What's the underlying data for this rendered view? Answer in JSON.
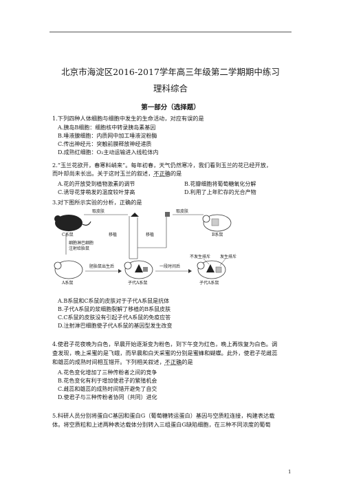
{
  "header": {
    "title": "北京市海淀区2016-2017学年高三年级第二学期期中练习",
    "subtitle": "理科综合"
  },
  "section": {
    "title": "第一部分（选择题）"
  },
  "q1": {
    "stem": "1.下列四种人体细胞与细胞中发生的生命活动，对应有误的是",
    "options": [
      "A.胰岛B细胞：细胞核中转录胰岛素基因",
      "B.唾液腺细胞：内质网中加工唾液淀粉酶",
      "C.传出神经元：突触前膜释放神经递质",
      "D.成熟红细胞：O₂主动运输进入线粒体内"
    ]
  },
  "q2": {
    "stem_line1": "2.“玉兰花欲开，春寒料峭来”。每年初春，天气仍然寒冷，我们看到玉兰的花已经开放，",
    "stem_line2_pre": "而叶却尚未长出。关于这时玉兰的叙述，",
    "stem_line2_em": "不正确",
    "stem_line2_post": "的是",
    "options": [
      "A.花的开放受到植物激素的调节",
      "B.花瓣细胞将葡萄糖氧化分解",
      "C.诱导花芽萌发的温度较叶芽高",
      "D.利用了上年贮存的光合产物"
    ]
  },
  "q3": {
    "stem": "3.对下图所示实验的分析，正确的是",
    "diagram": {
      "c_label": "C系鼠",
      "b_label": "B系鼠",
      "a_label": "A系鼠",
      "offspring1": "子代A系鼠",
      "offspring2": "子代A系鼠",
      "skin_left": "取皮肤",
      "skin_right": "取皮肤",
      "transplant1": "移植",
      "transplant2": "移植",
      "inject_line1": "细胞淋巴细胞",
      "inject_line2": "注射给胎鼠",
      "growth": "胚胎鼠出生后",
      "later": "一段时间后",
      "no_reject": "不发生排斥",
      "reject": "发生排斥"
    },
    "options": [
      "A.B系鼠和C系鼠的皮肤对于子代A系鼠是抗体",
      "B.子代A系鼠的浆细胞裂解了移植的B系鼠皮肤",
      "C.C系鼠的皮肤没有引起子代A系鼠的免疫应答",
      "D.注射淋巴细胞使子代A系鼠的基因型发生改变"
    ]
  },
  "q4": {
    "stem_line1": "4.使君子花夜晚为白色，早晨开始逐渐变为粉色，到下午变为红色，晚上再恢复为白色。调",
    "stem_line2": "查发现，晚上采蜜的是飞蛾，而早晨和白天采蜜的分别是蜜蜂和蝴蝶。此外，使君子花雌蕊",
    "stem_line3_pre": "和雄蕊的成熟时间相互错开。下列相关叙述，",
    "stem_line3_em": "不正确",
    "stem_line3_post": "的是",
    "options": [
      "A.花色变化增加了三种传粉者之间的竞争",
      "B.花色变化有利于增加使君子的繁殖机会",
      "C.雌蕊和雄蕊的成熟时间错开避免了自交",
      "D.使君子与三种传粉者协同（共同）进化"
    ]
  },
  "q5": {
    "stem_line1": "5.科研人员分别将蛋白C基因和蛋白G（葡萄糖转运蛋白）基因与空质粒连接，构建表达载",
    "stem_line2": "体。将空质粒和上述两种表达载体分别转入三组蛋白G缺陷细胞，在三种不同浓度的葡萄"
  },
  "footer": {
    "page": "1"
  }
}
